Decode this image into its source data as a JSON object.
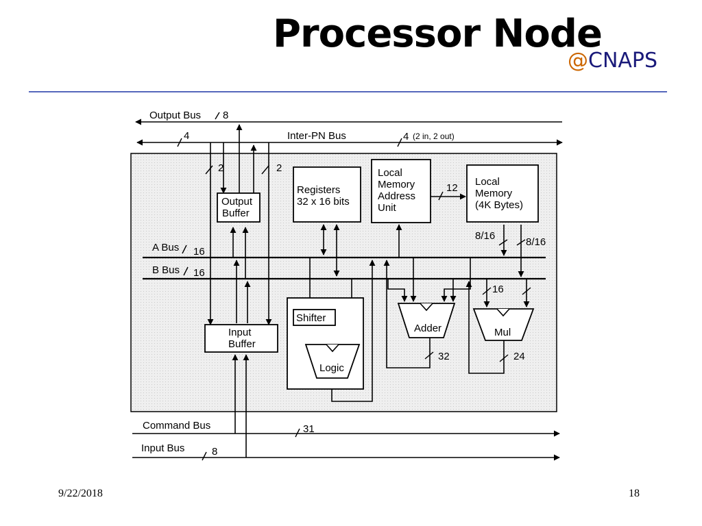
{
  "slide": {
    "title": "Processor Node",
    "subtitle_at": "@",
    "subtitle_name": "CNAPS",
    "date": "9/22/2018",
    "page_number": "18"
  },
  "diagram": {
    "buses": {
      "output_bus": "Output Bus",
      "output_bus_width": "8",
      "inter_pn_width_left": "4",
      "inter_pn_bus": "Inter-PN Bus",
      "inter_pn_width_right": "4",
      "inter_pn_note": "(2 in, 2 out)",
      "a_bus": "A Bus",
      "a_bus_width": "16",
      "b_bus": "B Bus",
      "b_bus_width": "16",
      "command_bus": "Command Bus",
      "command_bus_width": "31",
      "input_bus": "Input Bus",
      "input_bus_width": "8"
    },
    "blocks": {
      "output_buffer": [
        "Output",
        "Buffer"
      ],
      "registers": [
        "Registers",
        "32 x 16 bits"
      ],
      "lmau": [
        "Local",
        "Memory",
        "Address",
        "Unit"
      ],
      "local_memory": [
        "Local",
        "Memory",
        "(4K Bytes)"
      ],
      "input_buffer": [
        "Input",
        "Buffer"
      ],
      "shifter": "Shifter",
      "logic": "Logic",
      "adder": "Adder",
      "mul": "Mul"
    },
    "widths": {
      "ob_in_left": "2",
      "ob_in_right": "2",
      "lmau_to_mem": "12",
      "mem_out_left": "8/16",
      "mem_out_right": "8/16",
      "mul_in": "16",
      "adder_out": "32",
      "mul_out": "24"
    }
  }
}
